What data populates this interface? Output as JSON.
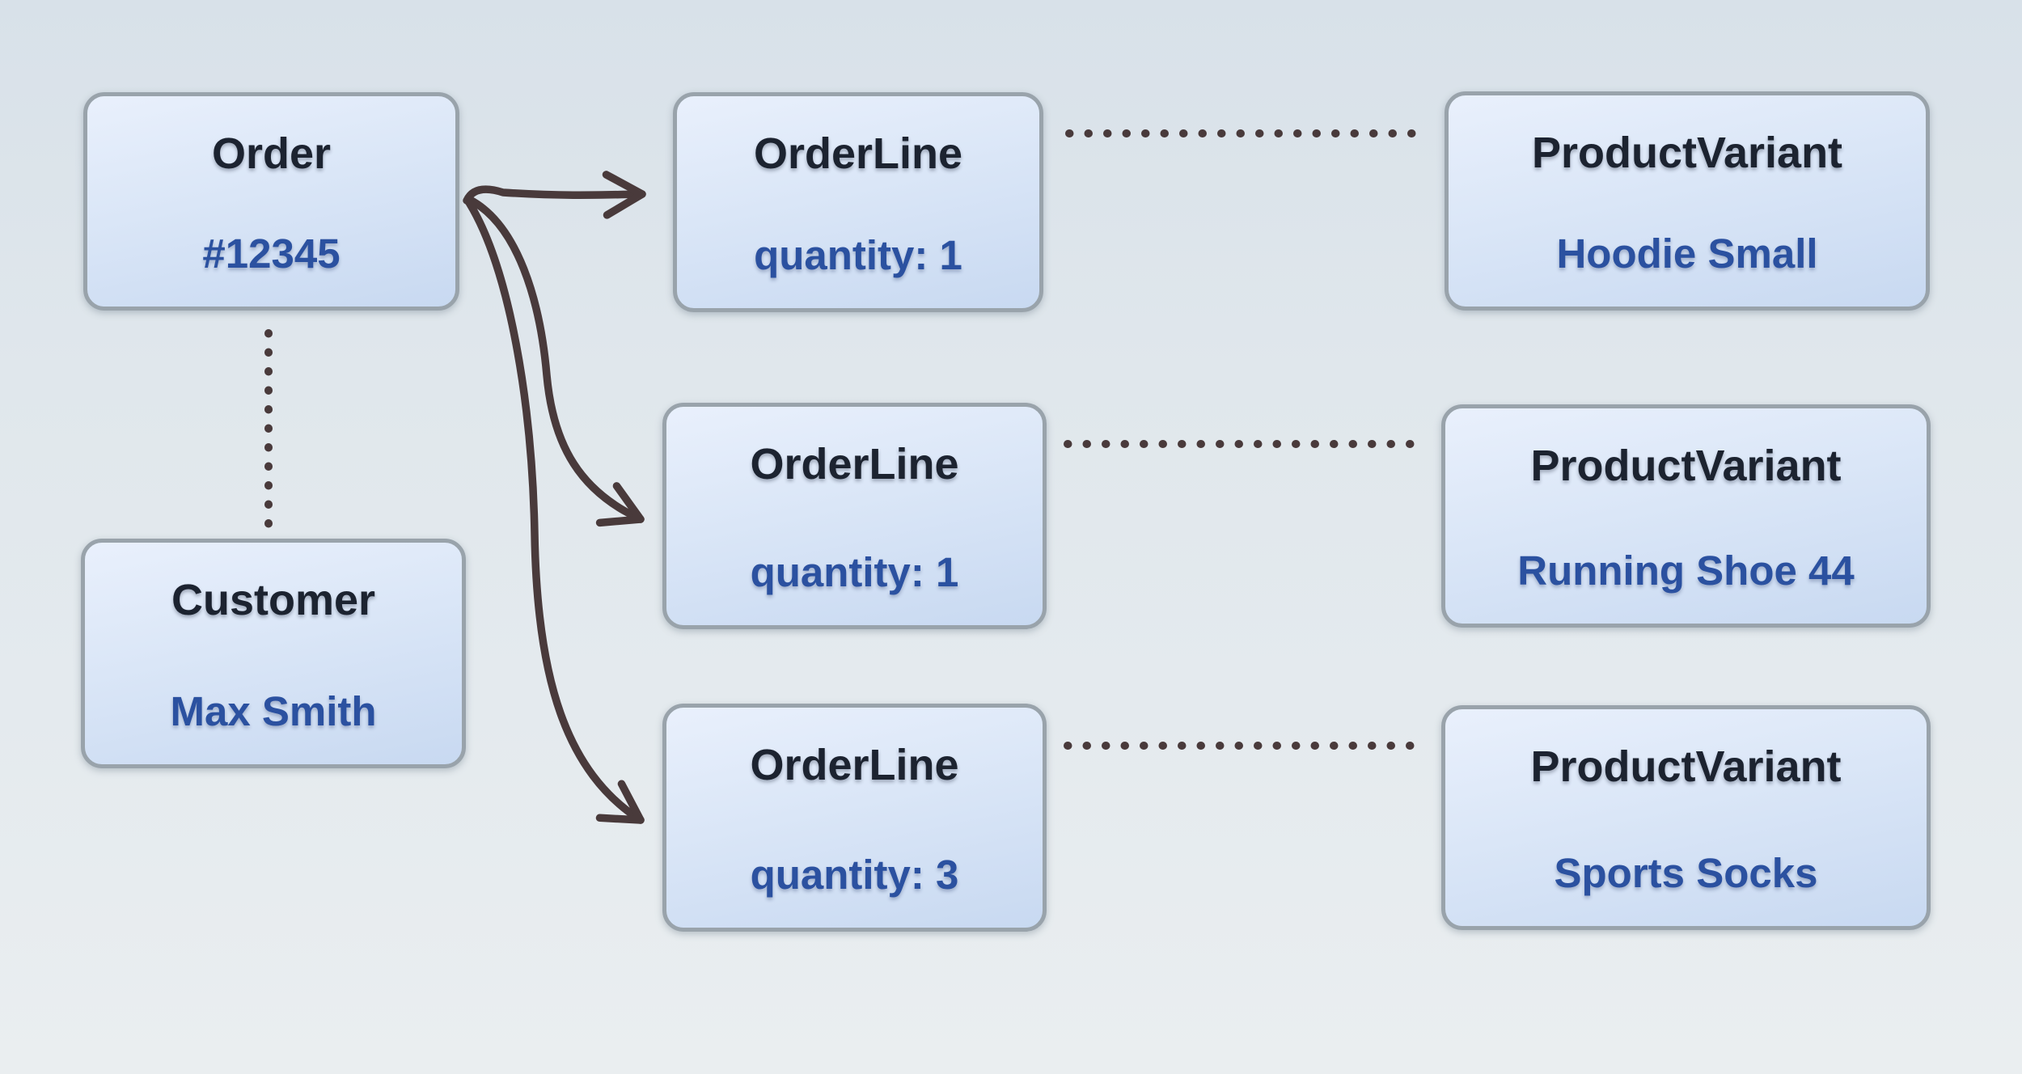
{
  "boxes": [
    {
      "id": "order",
      "title": "Order",
      "value": "#12345"
    },
    {
      "id": "customer",
      "title": "Customer",
      "value": "Max Smith"
    },
    {
      "id": "orderline-1",
      "title": "OrderLine",
      "value": "quantity: 1"
    },
    {
      "id": "orderline-2",
      "title": "OrderLine",
      "value": "quantity: 1"
    },
    {
      "id": "orderline-3",
      "title": "OrderLine",
      "value": "quantity: 3"
    },
    {
      "id": "productvariant-1",
      "title": "ProductVariant",
      "value": "Hoodie Small"
    },
    {
      "id": "productvariant-2",
      "title": "ProductVariant",
      "value": "Running Shoe 44"
    },
    {
      "id": "productvariant-3",
      "title": "ProductVariant",
      "value": "Sports Socks"
    }
  ],
  "connections": [
    {
      "from": "order",
      "to": "customer",
      "style": "dotted-line"
    },
    {
      "from": "order",
      "to": "orderline-1",
      "style": "solid-arrow"
    },
    {
      "from": "order",
      "to": "orderline-2",
      "style": "solid-arrow"
    },
    {
      "from": "order",
      "to": "orderline-3",
      "style": "solid-arrow"
    },
    {
      "from": "orderline-1",
      "to": "productvariant-1",
      "style": "dotted-line"
    },
    {
      "from": "orderline-2",
      "to": "productvariant-2",
      "style": "dotted-line"
    },
    {
      "from": "orderline-3",
      "to": "productvariant-3",
      "style": "dotted-line"
    }
  ],
  "colors": {
    "background": "#e0e7ec",
    "box_fill_top": "#e9f0fc",
    "box_fill_bottom": "#c8d9f1",
    "box_border": "#99a3ab",
    "title_color": "#1c2330",
    "value_color": "#2b51a0",
    "ink": "#493a3b"
  }
}
